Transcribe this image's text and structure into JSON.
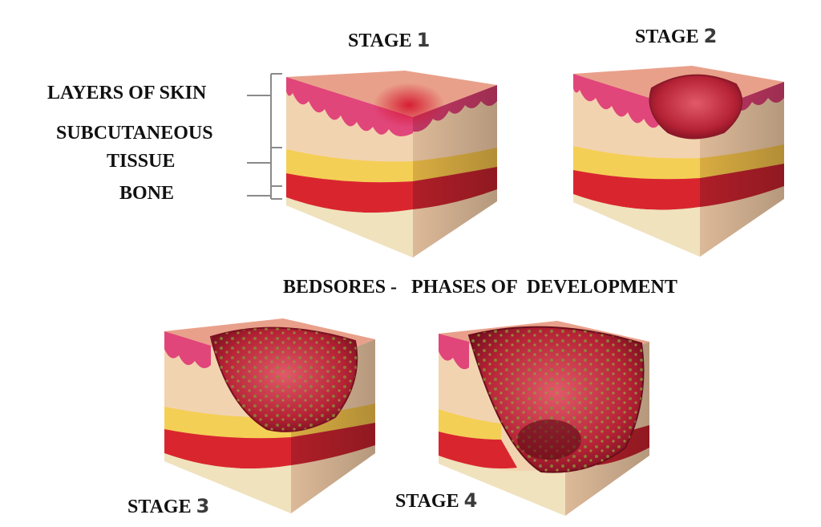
{
  "title": "BEDSORES -   PHASES OF  DEVELOPMENT",
  "layer_labels": {
    "skin": "LAYERS OF SKIN",
    "subcutaneous_line1": "SUBCUTANEOUS",
    "subcutaneous_line2": "TISSUE",
    "bone": "BONE"
  },
  "stages": [
    {
      "prefix": "STAGE",
      "number": "1"
    },
    {
      "prefix": "STAGE",
      "number": "2"
    },
    {
      "prefix": "STAGE",
      "number": "3"
    },
    {
      "prefix": "STAGE",
      "number": "4"
    }
  ],
  "colors": {
    "epidermis": "#e0467a",
    "dermis": "#f2d3b0",
    "fat": "#f4cf55",
    "muscle": "#d9262e",
    "bone": "#efe2bd",
    "wound": "#b8283a",
    "slough": "#8a8a3a"
  }
}
